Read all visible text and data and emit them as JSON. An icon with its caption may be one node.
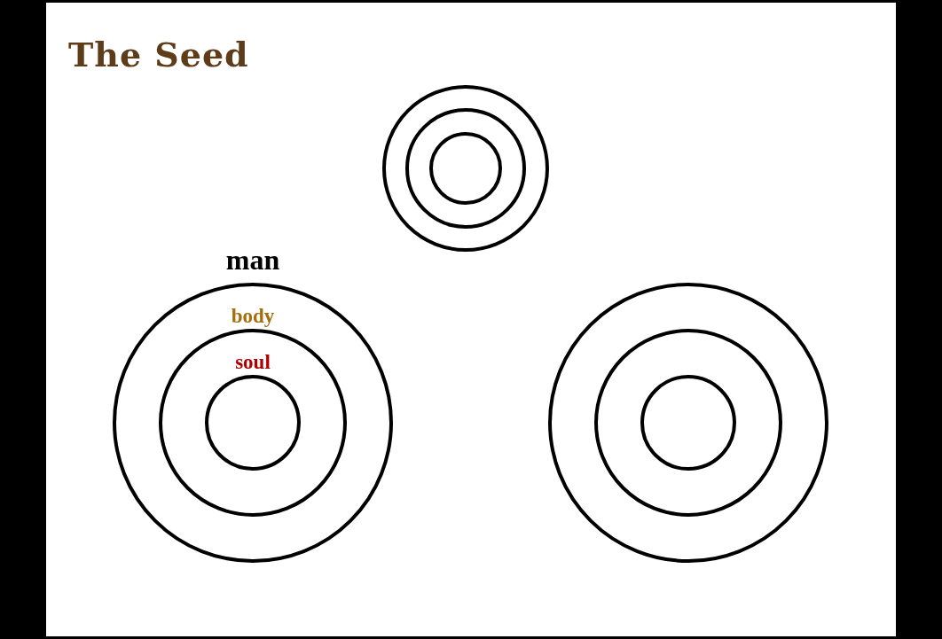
{
  "diagram": {
    "title": "The Seed",
    "nodes": [
      {
        "text": [],
        "shape": "circle"
      },
      {
        "text": [],
        "shape": "circle",
        "in": 0
      },
      {
        "text": [],
        "shape": "circle",
        "in": 1
      },
      {
        "text": [
          "man",
          "body"
        ]
      },
      {
        "text": [
          "soul"
        ],
        "in": 3
      },
      {
        "text": [],
        "shape": "circle",
        "in": 4
      },
      {
        "text": [],
        "shape": "circle"
      },
      {
        "text": [],
        "shape": "circle",
        "in": 6
      },
      {
        "text": [],
        "shape": "circle",
        "in": 7
      }
    ]
  }
}
